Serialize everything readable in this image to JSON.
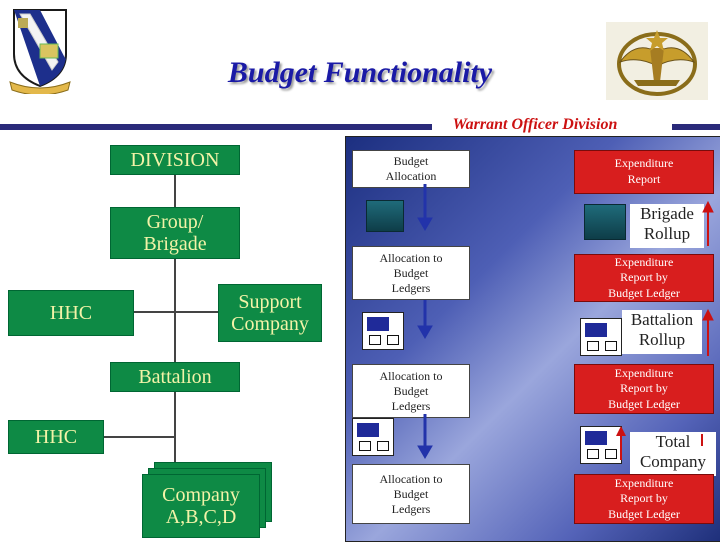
{
  "header": {
    "title": "Budget Functionality",
    "subtitle": "Warrant Officer Division"
  },
  "org_chart": {
    "division": "DIVISION",
    "group_brigade": "Group/\nBrigade",
    "hhc_top": "HHC",
    "support_company": "Support\nCompany",
    "battalion": "Battalion",
    "hhc_bottom": "HHC",
    "company": "Company\nA,B,C,D"
  },
  "flow": {
    "budget_allocation": "Budget\nAllocation",
    "allocation_ledgers_1": "Allocation to\nBudget\nLedgers",
    "allocation_ledgers_2": "Allocation to\nBudget\nLedgers",
    "allocation_ledgers_3": "Allocation to\nBudget\nLedgers",
    "expenditure_report": "Expenditure\nReport",
    "brigade_rollup": "Brigade\nRollup",
    "expenditure_ledger_1": "Expenditure\nReport by\nBudget Ledger",
    "battalion_rollup": "Battalion\nRollup",
    "expenditure_ledger_2": "Expenditure\nReport by\nBudget Ledger",
    "total_company": "Total\nCompany",
    "expenditure_ledger_3": "Expenditure\nReport by\nBudget Ledger"
  },
  "colors": {
    "green_box": "#0e8a45",
    "green_text": "#f3f3a8",
    "red_box": "#d81e1e",
    "title_blue": "#1a1aa6",
    "subtitle_red": "#cc1111",
    "arrow_blue": "#2233aa",
    "arrow_red": "#cc1111"
  }
}
